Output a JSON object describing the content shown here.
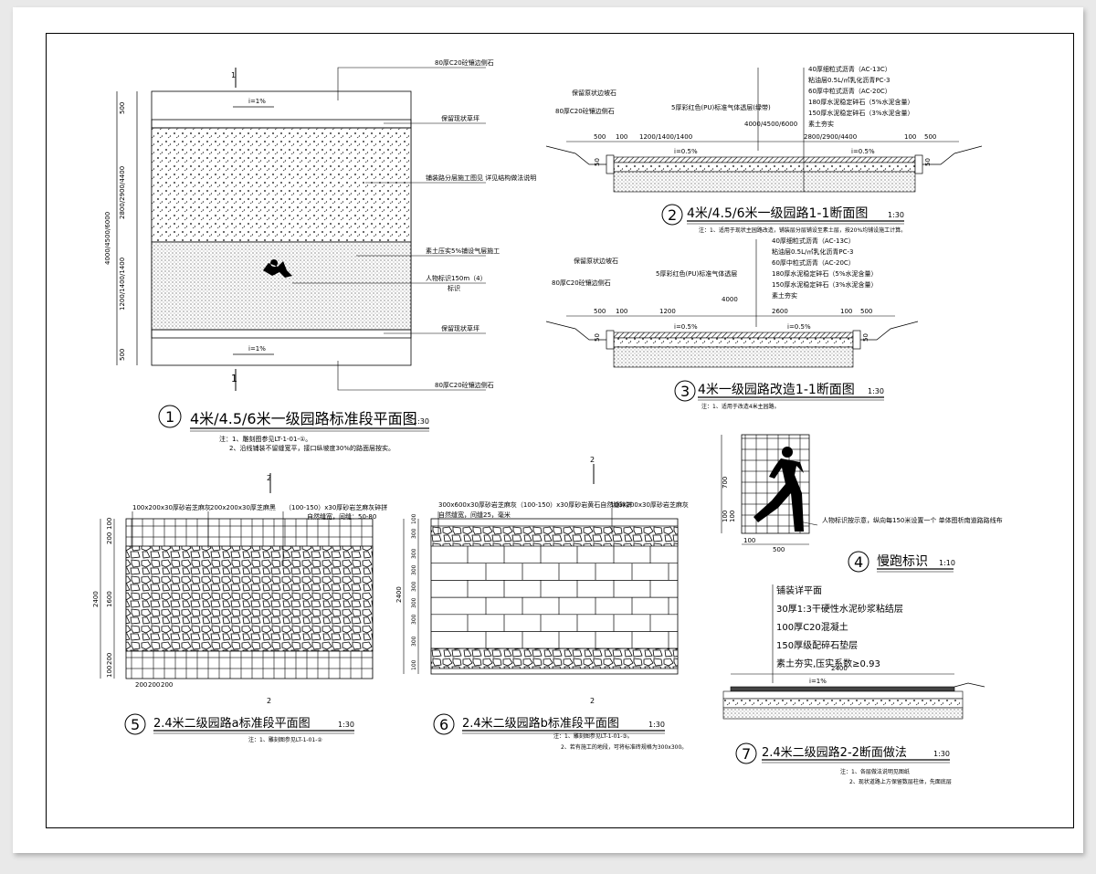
{
  "colors": {
    "page_bg": "#e9e9e9",
    "sheet": "#ffffff",
    "ink": "#000000"
  },
  "drawing1": {
    "number": "1",
    "title": "4米/4.5/6米一级园路标准段平面图",
    "scale": "1:30",
    "notes": [
      "注：1、雕刻图参见LT-1-01-①。",
      "2、沿线铺装不留缝宽平，接口纵坡度30%的路面层按实。"
    ],
    "section_mark": "1",
    "label_top_curb": "80厚C20砼镶边侧石",
    "label_bottom_curb": "80厚C20砼镶边侧石",
    "label_grass1": "保留现状草坪",
    "label_asphalt": "铺装路分层施工图见\n详见结构做法说明",
    "label_red": "素土压实5%铺设气层施工",
    "label_runner": "人物标识150m（4）",
    "label_runner_sub": "标识",
    "label_grass2": "保留现状草坪",
    "slope_top": "i=1%",
    "slope_bottom": "i=1%",
    "dim_500": "500",
    "dim_upper": "2800/2900/4400",
    "dim_total": "4000/4500/6000",
    "dim_lower": "1200/1400/1400",
    "dim_500b": "500"
  },
  "drawing2": {
    "number": "2",
    "title": "4米/4.5/6米一级园路1-1断面图",
    "scale": "1:30",
    "note": "注：1、适用于现状主园路改造，铺装层分层铺设至素土层，按20%均铺设施工计算。",
    "layers": [
      "40厚细粒式沥青（AC-13C）",
      "粘油层0.5L/㎡乳化沥青PC-3",
      "60厚中粒式沥青（AC-20C）",
      "180厚水泥稳定碎石（5%水泥含量）",
      "150厚水泥稳定碎石（3%水泥含量）",
      "素土夯实"
    ],
    "label_a": "保留原状边坡石",
    "label_b": "80厚C20砼镶边侧石",
    "label_c": "5厚彩红色(PU)标准气体透层(绿带)",
    "dims": [
      "500",
      "100",
      "1200/1400/1400",
      "4000/4500/6000",
      "2800/2900/4400",
      "100",
      "500"
    ],
    "slope_left": "i=0.5%",
    "slope_right": "i=0.5%",
    "edge_left": "50",
    "edge_right": "50"
  },
  "drawing3": {
    "number": "3",
    "title": "4米一级园路改造1-1断面图",
    "scale": "1:30",
    "note": "注：1、适用于改造4米主园路。",
    "layers": [
      "40厚细粒式沥青（AC-13C）",
      "粘油层0.5L/㎡乳化沥青PC-3",
      "60厚中粒式沥青（AC-20C）",
      "180厚水泥稳定碎石（5%水泥含量）",
      "150厚水泥稳定碎石（3%水泥含量）",
      "素土夯实"
    ],
    "label_a": "保留原状边坡石",
    "label_b": "80厚C20砼镶边侧石",
    "label_c": "5厚彩红色(PU)标准气体透层",
    "dims": [
      "500",
      "100",
      "1200",
      "4000",
      "2600",
      "100",
      "500"
    ],
    "slope_left": "i=0.5%",
    "slope_right": "i=0.5%",
    "edge_left": "50",
    "edge_right": "50"
  },
  "drawing4": {
    "number": "4",
    "title": "慢跑标识",
    "scale": "1:10",
    "label": "人物标识按示意，纵向每150米设置一个\n单体图析南道路路线布",
    "dim_h": "700",
    "dim_a": "100",
    "dim_b": "100",
    "dim_c": "100",
    "dim_d": "500"
  },
  "drawing5": {
    "number": "5",
    "title": "2.4米二级园路a标准段平面图",
    "scale": "1:30",
    "note": "注：1、雕刻图参见LT-1-01-②",
    "labels": [
      "100x200x30厚砂岩芝麻灰",
      "200x200x30厚芝麻黑",
      "（100-150）x30厚砂岩芝麻灰碎拼",
      "自然缝宽，间缝：50-80"
    ],
    "dims_left": [
      "100",
      "200",
      "1600",
      "200",
      "100"
    ],
    "dim_total": "2400",
    "dims_bottom": [
      "200",
      "200",
      "200"
    ],
    "section_mark": "2"
  },
  "drawing6": {
    "number": "6",
    "title": "2.4米二级园路b标准段平面图",
    "scale": "1:30",
    "notes": [
      "注：1、雕刻图参见LT-1-01-③。",
      "2、若有施工的地段，可将标准砖规格为300x300。"
    ],
    "labels": [
      "300x600x30厚砂岩芝麻灰（100-150）x30厚砂岩黄石自然缝碎拼",
      "100x200x30厚砂岩芝麻灰",
      "自然缝宽，间缝25，毫米"
    ],
    "dims_left": [
      "100",
      "300",
      "300",
      "300",
      "300",
      "300",
      "300",
      "300",
      "100"
    ],
    "dim_total": "2400",
    "section_mark": "2"
  },
  "drawing7": {
    "number": "7",
    "title": "2.4米二级园路2-2断面做法",
    "scale": "1:30",
    "layers": [
      "铺装详平面",
      "30厚1:3干硬性水泥砂浆粘结层",
      "100厚C20混凝土",
      "150厚级配碎石垫层",
      "素土夯实,压实系数≥0.93"
    ],
    "dim": "2400",
    "slope": "i=1%",
    "notes": [
      "注：1、各层做法说明见图纸",
      "2、现状道路上方保留数层柱体，先面底层"
    ]
  }
}
